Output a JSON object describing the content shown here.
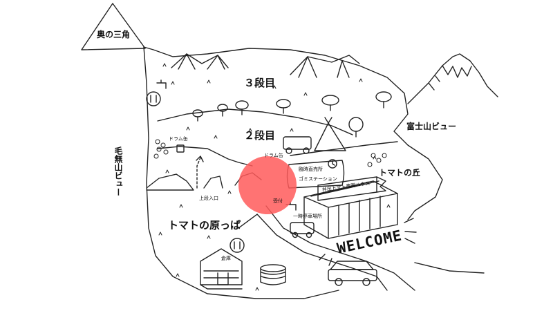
{
  "labels": {
    "peak": "奥の三角",
    "tier3": "３段目",
    "tier2": "２段目",
    "fuji_view": "富士山ビュー",
    "kenashi_view": "毛無山ビュー",
    "tomato_hill": "トマトの丘",
    "tomato_field": "トマトの原っぱ",
    "drum_can_upper": "ドラム缶",
    "drum_can": "ドラム缶",
    "direct_sale": "臨時直売所",
    "garbage_station": "ゴミステーション",
    "greenhouse": "井出トマト農園ハウス",
    "upper_entrance": "上段入口",
    "reception": "受付",
    "temp_parking": "一時停車場所",
    "storage": "倉庫",
    "welcome": "WELCOME"
  },
  "colors": {
    "line": "#222222",
    "highlight": "#ff5a5a"
  },
  "icons": [
    "restroom-icon",
    "faucet-icon",
    "clock-icon",
    "car-icon",
    "drum-can-icon",
    "tent-icon",
    "tree-icon"
  ]
}
